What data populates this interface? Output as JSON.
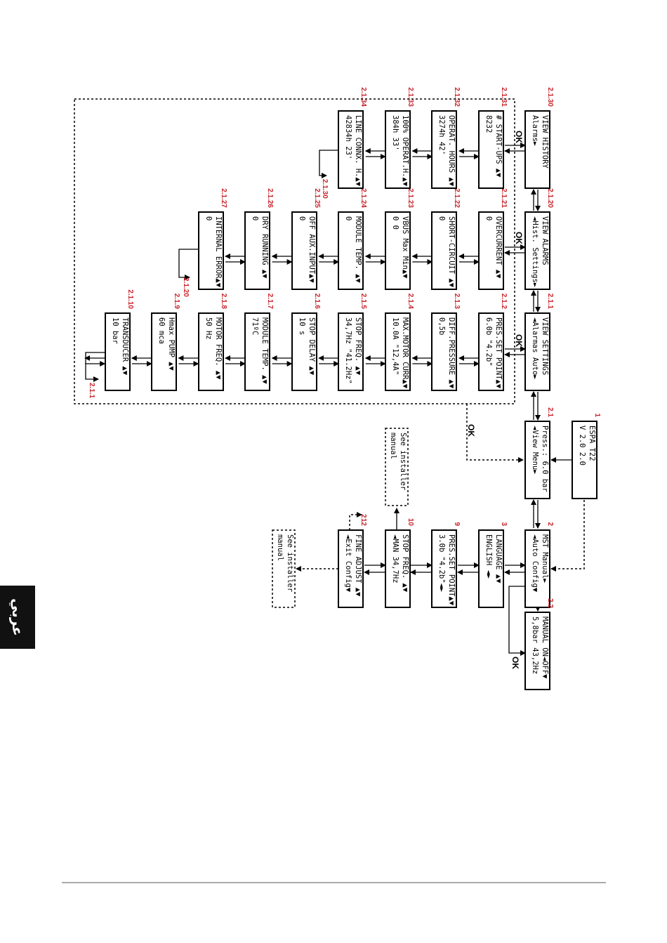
{
  "side_tab": {
    "label": "عربي"
  },
  "ok_label": "OK",
  "nodes": [
    {
      "key": "n1",
      "num": "1",
      "lines": [
        "ESPA     T22",
        "V 2.0    2.0"
      ]
    },
    {
      "key": "n21",
      "num": "2.1",
      "lines": [
        "Press.: 6.0 bar",
        "◄View    Menu►"
      ]
    },
    {
      "key": "n2",
      "num": "2",
      "lines": [
        "MST      Manual►",
        "◄Auto   Config▼"
      ]
    },
    {
      "key": "n22",
      "num": "2.2",
      "lines": [
        "MANUAL   ON◄OFF▼",
        "5,8bar   43,2Hz"
      ]
    },
    {
      "key": "n3",
      "num": "3",
      "lines": [
        "LANGUAGE     ▲▼",
        "ENGLISH      ◄►"
      ]
    },
    {
      "key": "n9",
      "num": "9",
      "lines": [
        "PRES.SET POINT▲▼",
        "3.0b   \"4.2b\"◄►"
      ]
    },
    {
      "key": "n10",
      "num": "10",
      "lines": [
        "STOP FREQ.   ▲▼",
        "◄MAN  34,7Hz"
      ]
    },
    {
      "key": "n12",
      "num": "12",
      "lines": [
        "FINE ADJUST  ▲▼",
        "◄Exit  Config▼"
      ]
    },
    {
      "key": "n211",
      "num": "2.1.1",
      "lines": [
        "VIEW SETTINGS",
        "◄Alarmas  Auto►"
      ]
    },
    {
      "key": "n2120",
      "num": "2.1.20",
      "lines": [
        "VIEW ALARMS",
        "◄Hist. Settings►"
      ]
    },
    {
      "key": "n2130",
      "num": "2.1.30",
      "lines": [
        "VIEW HISTORY",
        "Alarms►"
      ]
    },
    {
      "key": "n212",
      "num": "2.1.2",
      "lines": [
        "PRES.SET POINT▲▼",
        "6.0b   \"4.2b\""
      ]
    },
    {
      "key": "n213",
      "num": "2.1.3",
      "lines": [
        "DIFF.PRESSURE ▲▼",
        "0,5b"
      ]
    },
    {
      "key": "n214",
      "num": "2.1.4",
      "lines": [
        "MAX.MOTOR CURR▲▼",
        "10.0A    \"12,4A\""
      ]
    },
    {
      "key": "n215",
      "num": "2.1.5",
      "lines": [
        "STOP FREQ.   ▲▼",
        "34,7Hz \"41.2Hz\""
      ]
    },
    {
      "key": "n216",
      "num": "2.1.6",
      "lines": [
        "STOP DELAY   ▲▼",
        "10 s"
      ]
    },
    {
      "key": "n217",
      "num": "2.1.7",
      "lines": [
        "MODULE TEMP.  ▲▼",
        "71ºC"
      ]
    },
    {
      "key": "n218",
      "num": "2.1.8",
      "lines": [
        "MOTOR FREQ.  ▲▼",
        "50 Hz"
      ]
    },
    {
      "key": "n219",
      "num": "2.1.9",
      "lines": [
        "Hmax PUMP    ▲▼",
        "60 mca"
      ]
    },
    {
      "key": "n2110",
      "num": "2.1.10",
      "lines": [
        "TRANSDUCER   ▲▼",
        "10 bar"
      ]
    },
    {
      "key": "n2121",
      "num": "2.1.21",
      "lines": [
        "OVERCURRENT  ▲▼",
        "0"
      ]
    },
    {
      "key": "n2122",
      "num": "2.1.22",
      "lines": [
        "SHORT-CIRCUIT ▲▼",
        "0"
      ]
    },
    {
      "key": "n2123",
      "num": "2.1.23",
      "lines": [
        "VBUS Max  Min▲▼",
        "0     0"
      ]
    },
    {
      "key": "n2124",
      "num": "2.1.24",
      "lines": [
        "MODULE TEMP. ▲▼",
        "0"
      ]
    },
    {
      "key": "n2125",
      "num": "2.1.25",
      "lines": [
        "OFF AUX.INPUT▲▼",
        "0"
      ]
    },
    {
      "key": "n2126",
      "num": "2.1.26",
      "lines": [
        "DRY RUNNING  ▲▼",
        "0"
      ]
    },
    {
      "key": "n2127",
      "num": "2.1.27",
      "lines": [
        "INTERNAL ERROR▲▼",
        "0"
      ]
    },
    {
      "key": "n2131",
      "num": "2.1.31",
      "lines": [
        "# START-UPS  ▲▼",
        "8232"
      ]
    },
    {
      "key": "n2132",
      "num": "2.1.32",
      "lines": [
        "OPERAT. HOURS ▲▼",
        "3274h 42'"
      ]
    },
    {
      "key": "n2133",
      "num": "2.1.33",
      "lines": [
        "100% OPERAT.H.▲▼",
        "384h 33'"
      ]
    },
    {
      "key": "n2134",
      "num": "2.1.34",
      "lines": [
        "LINE CONNX. H.▲▼",
        "42834h 23'"
      ]
    },
    {
      "key": "sim1",
      "num": "",
      "lines": [
        "See installer",
        "manual"
      ]
    },
    {
      "key": "sim2",
      "num": "",
      "lines": [
        "See installer",
        "manual"
      ]
    }
  ],
  "loop_labels": [
    {
      "key": "loop1",
      "text": "2.1.1"
    },
    {
      "key": "loop2",
      "text": "2.1.20"
    },
    {
      "key": "loop3",
      "text": "2.1.30"
    },
    {
      "key": "loop4",
      "text": "2"
    }
  ]
}
